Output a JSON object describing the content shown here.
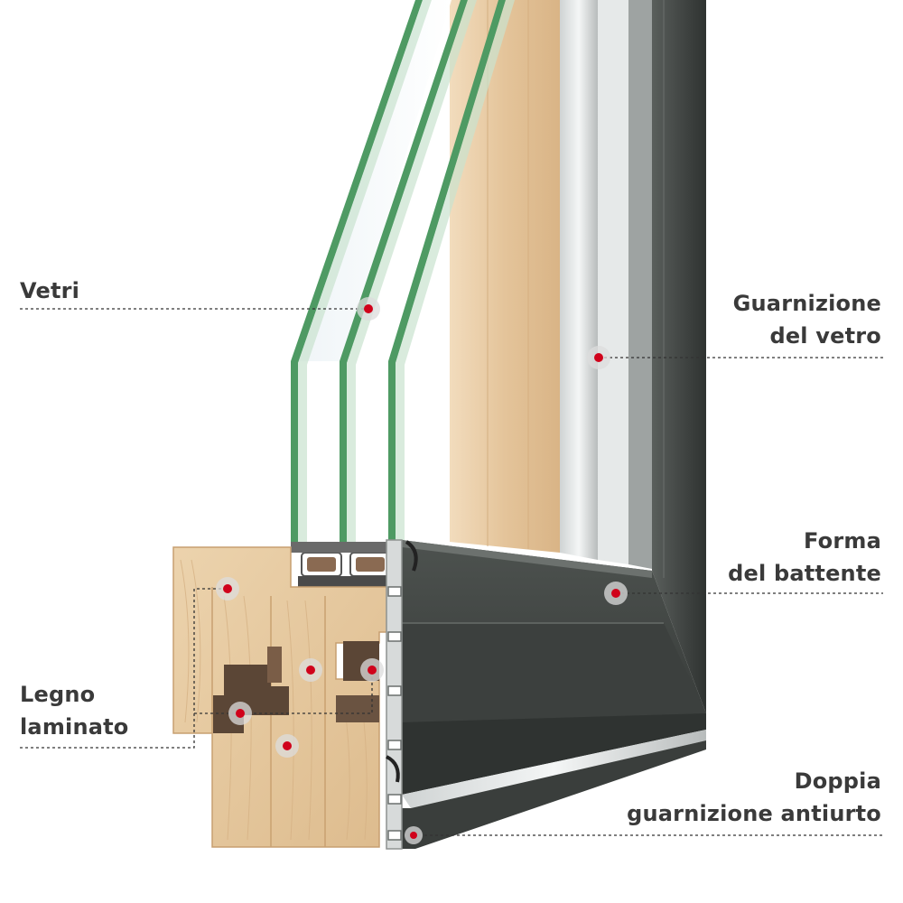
{
  "labels": {
    "vetri": [
      "Vetri"
    ],
    "guarnizione_vetro": [
      "Guarnizione",
      "del vetro"
    ],
    "forma_battente": [
      "Forma",
      "del battente"
    ],
    "legno_laminato": [
      "Legno",
      "laminato"
    ],
    "doppia_guarnizione": [
      "Doppia",
      "guarnizione antiurto"
    ]
  },
  "colors": {
    "label_text": "#3a3a3a",
    "marker_dot": "#d0021b",
    "marker_halo": "#d9d9d9",
    "glass_edge": "#3e8a55",
    "wood": "#e2c49a",
    "aluminium": "#3f4341"
  }
}
